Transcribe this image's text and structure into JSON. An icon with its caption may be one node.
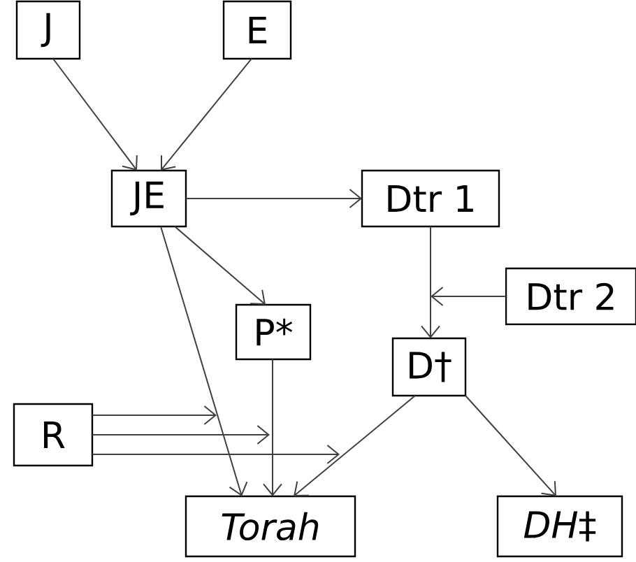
{
  "diagram": {
    "nodes": [
      {
        "text": [
          "J"
        ]
      },
      {
        "text": [
          "E"
        ]
      },
      {
        "text": [
          "JE"
        ]
      },
      {
        "text": [
          "Dtr 1"
        ]
      },
      {
        "text": [
          "P*"
        ]
      },
      {
        "text": [
          "Dtr 2"
        ]
      },
      {
        "text": [
          "D†"
        ]
      },
      {
        "text": [
          "R"
        ]
      },
      {
        "text": [
          "Torah"
        ]
      },
      {
        "text": [
          "*DH*‡"
        ]
      }
    ],
    "edges": [
      {
        "from": 0,
        "to": 2,
        "arrow": "to"
      },
      {
        "from": 1,
        "to": 2,
        "arrow": "to"
      },
      {
        "from": 2,
        "to": 3,
        "arrow": "to"
      },
      {
        "from": 2,
        "to": 4,
        "arrow": "to"
      },
      {
        "from": 2,
        "to": 8,
        "arrow": "to"
      },
      {
        "from": 3,
        "to": 6,
        "arrow": "to"
      },
      {
        "from": 5,
        "to": null,
        "arrow": "to"
      },
      {
        "from": 4,
        "to": 8,
        "arrow": "to"
      },
      {
        "from": 6,
        "to": 8,
        "arrow": "to"
      },
      {
        "from": 6,
        "to": 9,
        "arrow": "to"
      },
      {
        "from": 7,
        "to": null,
        "arrow": "to"
      },
      {
        "from": 7,
        "to": null,
        "arrow": "to"
      },
      {
        "from": 7,
        "to": null,
        "arrow": "to"
      }
    ]
  }
}
